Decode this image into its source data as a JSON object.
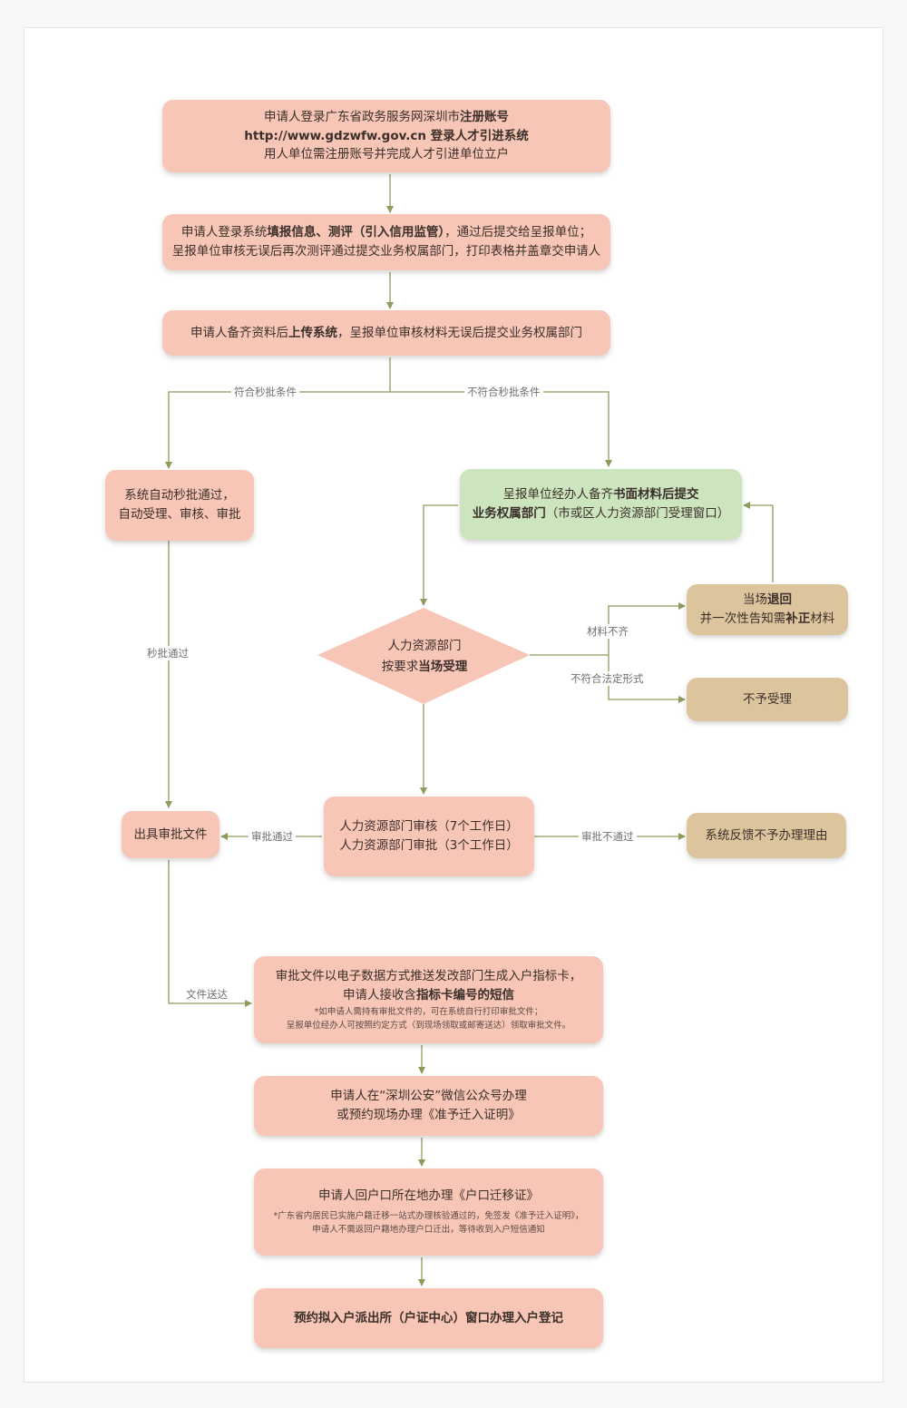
{
  "colors": {
    "pink": "#f8c6b7",
    "green": "#cce5bf",
    "tan": "#dcc59d",
    "connector": "#8e9a5a"
  },
  "step1": {
    "l1a": "申请人登录广东省政务服务网深圳市",
    "l1b": "注册账号",
    "l2": "http://www.gdzwfw.gov.cn 登录人才引进系统",
    "l3": "用人单位需注册账号并完成人才引进单位立户"
  },
  "step2": {
    "l1a": "申请人登录系统",
    "l1b": "填报信息、测评（引入信用监管）",
    "l1c": "，通过后提交给呈报单位；",
    "l2": "呈报单位审核无误后再次测评通过提交业务权属部门，打印表格并盖章交申请人"
  },
  "step3": {
    "a": "申请人备齐资料后",
    "b": "上传系统",
    "c": "，呈报单位审核材料无误后提交业务权属部门"
  },
  "branch_labels": {
    "qualified": "符合秒批条件",
    "not_qualified": "不符合秒批条件"
  },
  "auto_box": {
    "l1": "系统自动秒批通过，",
    "l2": "自动受理、审核、审批"
  },
  "submit_box": {
    "l1a": "呈报单位经办人备齐",
    "l1b": "书面材料后提交",
    "l2a": "业务权属部门",
    "l2b": "（市或区人力资源部门受理窗口）"
  },
  "decision": {
    "l1": "人力资源部门",
    "l2a": "按要求",
    "l2b": "当场受理"
  },
  "return_box": {
    "l1a": "当场",
    "l1b": "退回",
    "l2a": "并一次性告知需",
    "l2b": "补正",
    "l2c": "材料"
  },
  "reject_box": "不予受理",
  "edge_labels": {
    "incomplete": "材料不齐",
    "illegal_form": "不符合法定形式",
    "instant_pass": "秒批通过",
    "approved": "审批通过",
    "not_approved": "审批不通过",
    "delivered": "文件送达"
  },
  "issue_box": "出具审批文件",
  "review_box": {
    "l1": "人力资源部门审核（7个工作日）",
    "l2": "人力资源部门审批（3个工作日）"
  },
  "feedback_box": "系统反馈不予办理理由",
  "card_box": {
    "l1": "审批文件以电子数据方式推送发改部门生成入户指标卡，",
    "l2a": "申请人接收含",
    "l2b": "指标卡编号的短信",
    "n1": "*如申请人需持有审批文件的，可在系统自行打印审批文件；",
    "n2": "呈报单位经办人可按照约定方式（到现场领取或邮寄送达）领取审批文件。"
  },
  "permit_box": {
    "l1": "申请人在“深圳公安”微信公众号办理",
    "l2": "或预约现场办理《准予迁入证明》"
  },
  "migrate_box": {
    "l1": "申请人回户口所在地办理《户口迁移证》",
    "n1": "*广东省内居民已实施户籍迁移一站式办理核验通过的，免签发《准予迁入证明》，",
    "n2": "申请人不需返回户籍地办理户口迁出，等待收到入户短信通知"
  },
  "final_box": "预约拟入户派出所（户证中心）窗口办理入户登记"
}
